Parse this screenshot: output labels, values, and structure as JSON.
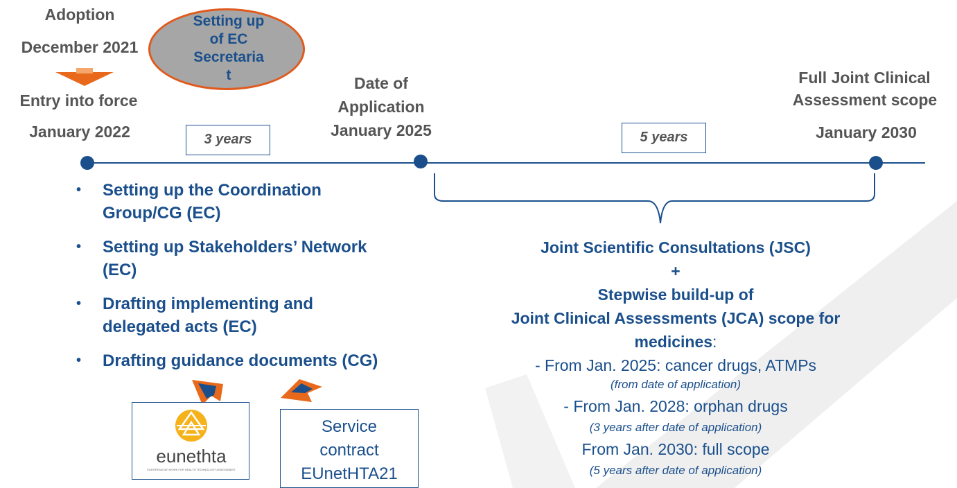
{
  "milestones": {
    "adoption_line1": "Adoption",
    "adoption_line2": "December 2021",
    "entry_line1": "Entry into force",
    "entry_line2": "January 2022",
    "doa_line1": "Date of",
    "doa_line2": "Application",
    "doa_line3": "January 2025",
    "full_line1": "Full Joint Clinical",
    "full_line2": "Assessment scope",
    "full_line3": "January 2030"
  },
  "secretariat": {
    "line1": "Setting up",
    "line2": "of EC",
    "line3": "Secretaria",
    "line4": "t"
  },
  "durations": {
    "first": "3 years",
    "second": "5 years"
  },
  "activities": [
    {
      "line1": "Setting up the Coordination",
      "line2": "Group/CG (EC)"
    },
    {
      "line1": "Setting up Stakeholders’ Network",
      "line2": "(EC)"
    },
    {
      "line1": "Drafting implementing and",
      "line2": "delegated acts (EC)"
    },
    {
      "line1": "Drafting guidance documents (CG)",
      "line2": ""
    }
  ],
  "support": {
    "eunethta_logo_text": "eunethta",
    "eunethta_tagline": "EUROPEAN NETWORK FOR HEALTH TECHNOLOGY ASSESSMENT",
    "service_line1": "Service",
    "service_line2": "contract",
    "service_line3": "EUnetHTA21"
  },
  "scope": {
    "jsc": "Joint Scientific Consultations (JSC)",
    "plus": "+",
    "stepwise": "Stepwise build-up of",
    "jca": "Joint Clinical Assessments (JCA) scope for",
    "medicines": "medicines",
    "colon": ":",
    "item1": "- From Jan. 2025: cancer drugs, ATMPs",
    "item1_note": "(from date of application)",
    "item2": "- From Jan. 2028: orphan drugs",
    "item2_note": "(3 years after date of application)",
    "item3": "From Jan. 2030: full scope",
    "item3_note": "(5 years after date of application)"
  },
  "colors": {
    "timeline_blue": "#1a4f8c",
    "ellipse_fill": "#a6a6a6",
    "ellipse_border": "#e05a1e",
    "arrow_orange": "#e8691c",
    "heading_gray": "#555555"
  }
}
